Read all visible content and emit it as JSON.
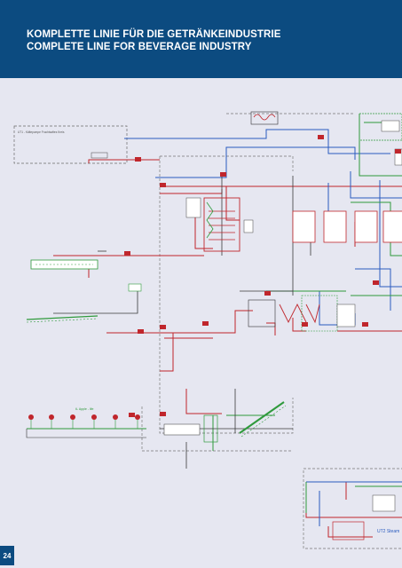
{
  "header": {
    "title_de": "KOMPLETTE LINIE FÜR DIE GETRÄNKEINDUSTRIE",
    "title_en": "COMPLETE LINE FOR BEVERAGE INDUSTRY"
  },
  "page": {
    "number": "24"
  },
  "diagram": {
    "labels": {
      "utility_box": "UT1 - Kältepumpe Fruchtsaftes Kreis",
      "apple_line": "6- Apple - life",
      "utility_2": "UT2 Steam"
    }
  },
  "colors": {
    "header_bg": "#0c4b80",
    "diagram_bg": "#e6e7f1",
    "pipe_red": "#c0262c",
    "pipe_blue": "#2a5bbf",
    "pipe_green": "#2f9a3c",
    "pipe_dark": "#3a3a3a",
    "pipe_purple": "#6a3aa0"
  }
}
